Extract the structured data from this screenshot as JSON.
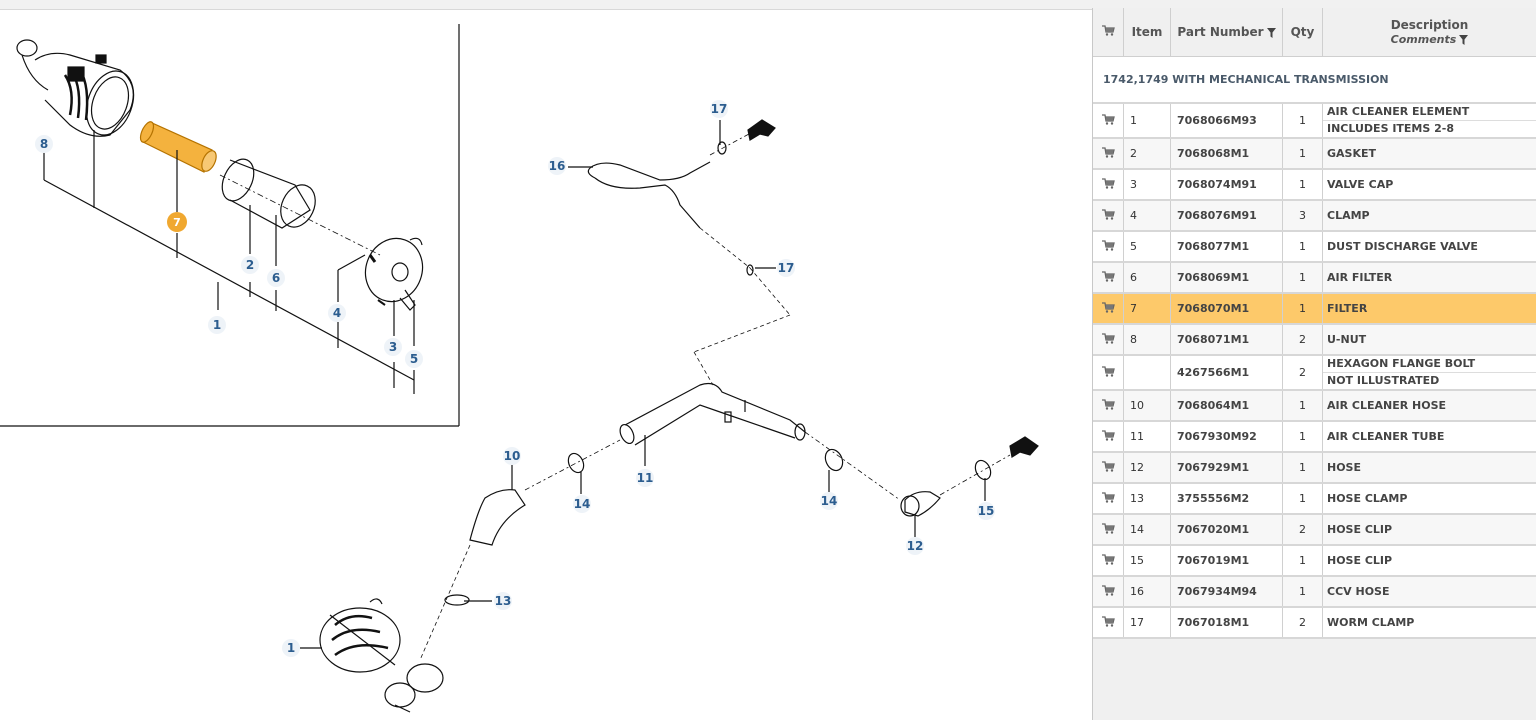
{
  "diagram": {
    "callouts": {
      "inset_8": "8",
      "inset_7": "7",
      "inset_2": "2",
      "inset_6": "6",
      "inset_1": "1",
      "inset_4": "4",
      "inset_3": "3",
      "inset_5": "5",
      "main_17a": "17",
      "main_16": "16",
      "main_17b": "17",
      "main_10": "10",
      "main_14a": "14",
      "main_11": "11",
      "main_14b": "14",
      "main_12": "12",
      "main_15": "15",
      "main_13": "13",
      "main_1": "1"
    }
  },
  "table": {
    "headers": {
      "item": "Item",
      "part_number": "Part Number",
      "qty": "Qty",
      "description": "Description",
      "comments": "Comments"
    },
    "group_title": "1742,1749 WITH MECHANICAL TRANSMISSION",
    "rows": [
      {
        "item": "1",
        "part": "7068066M93",
        "qty": "1",
        "desc": "AIR CLEANER ELEMENT",
        "comment": "INCLUDES ITEMS 2-8"
      },
      {
        "item": "2",
        "part": "7068068M1",
        "qty": "1",
        "desc": "GASKET",
        "comment": ""
      },
      {
        "item": "3",
        "part": "7068074M91",
        "qty": "1",
        "desc": "VALVE CAP",
        "comment": ""
      },
      {
        "item": "4",
        "part": "7068076M91",
        "qty": "3",
        "desc": "CLAMP",
        "comment": ""
      },
      {
        "item": "5",
        "part": "7068077M1",
        "qty": "1",
        "desc": "DUST DISCHARGE VALVE",
        "comment": ""
      },
      {
        "item": "6",
        "part": "7068069M1",
        "qty": "1",
        "desc": "AIR FILTER",
        "comment": ""
      },
      {
        "item": "7",
        "part": "7068070M1",
        "qty": "1",
        "desc": "FILTER",
        "comment": ""
      },
      {
        "item": "8",
        "part": "7068071M1",
        "qty": "2",
        "desc": "U-NUT",
        "comment": ""
      },
      {
        "item": "",
        "part": "4267566M1",
        "qty": "2",
        "desc": "HEXAGON FLANGE BOLT",
        "comment": "NOT ILLUSTRATED"
      },
      {
        "item": "10",
        "part": "7068064M1",
        "qty": "1",
        "desc": "AIR CLEANER HOSE",
        "comment": ""
      },
      {
        "item": "11",
        "part": "7067930M92",
        "qty": "1",
        "desc": "AIR CLEANER TUBE",
        "comment": ""
      },
      {
        "item": "12",
        "part": "7067929M1",
        "qty": "1",
        "desc": "HOSE",
        "comment": ""
      },
      {
        "item": "13",
        "part": "3755556M2",
        "qty": "1",
        "desc": "HOSE CLAMP",
        "comment": ""
      },
      {
        "item": "14",
        "part": "7067020M1",
        "qty": "2",
        "desc": "HOSE CLIP",
        "comment": ""
      },
      {
        "item": "15",
        "part": "7067019M1",
        "qty": "1",
        "desc": "HOSE CLIP",
        "comment": ""
      },
      {
        "item": "16",
        "part": "7067934M94",
        "qty": "1",
        "desc": "CCV HOSE",
        "comment": ""
      },
      {
        "item": "17",
        "part": "7067018M1",
        "qty": "2",
        "desc": "WORM CLAMP",
        "comment": ""
      }
    ],
    "selected_item": "7",
    "highlight_color": "#fdc96a",
    "callout_color": "#2c5d8f",
    "selected_callout_color": "#f0a830"
  }
}
